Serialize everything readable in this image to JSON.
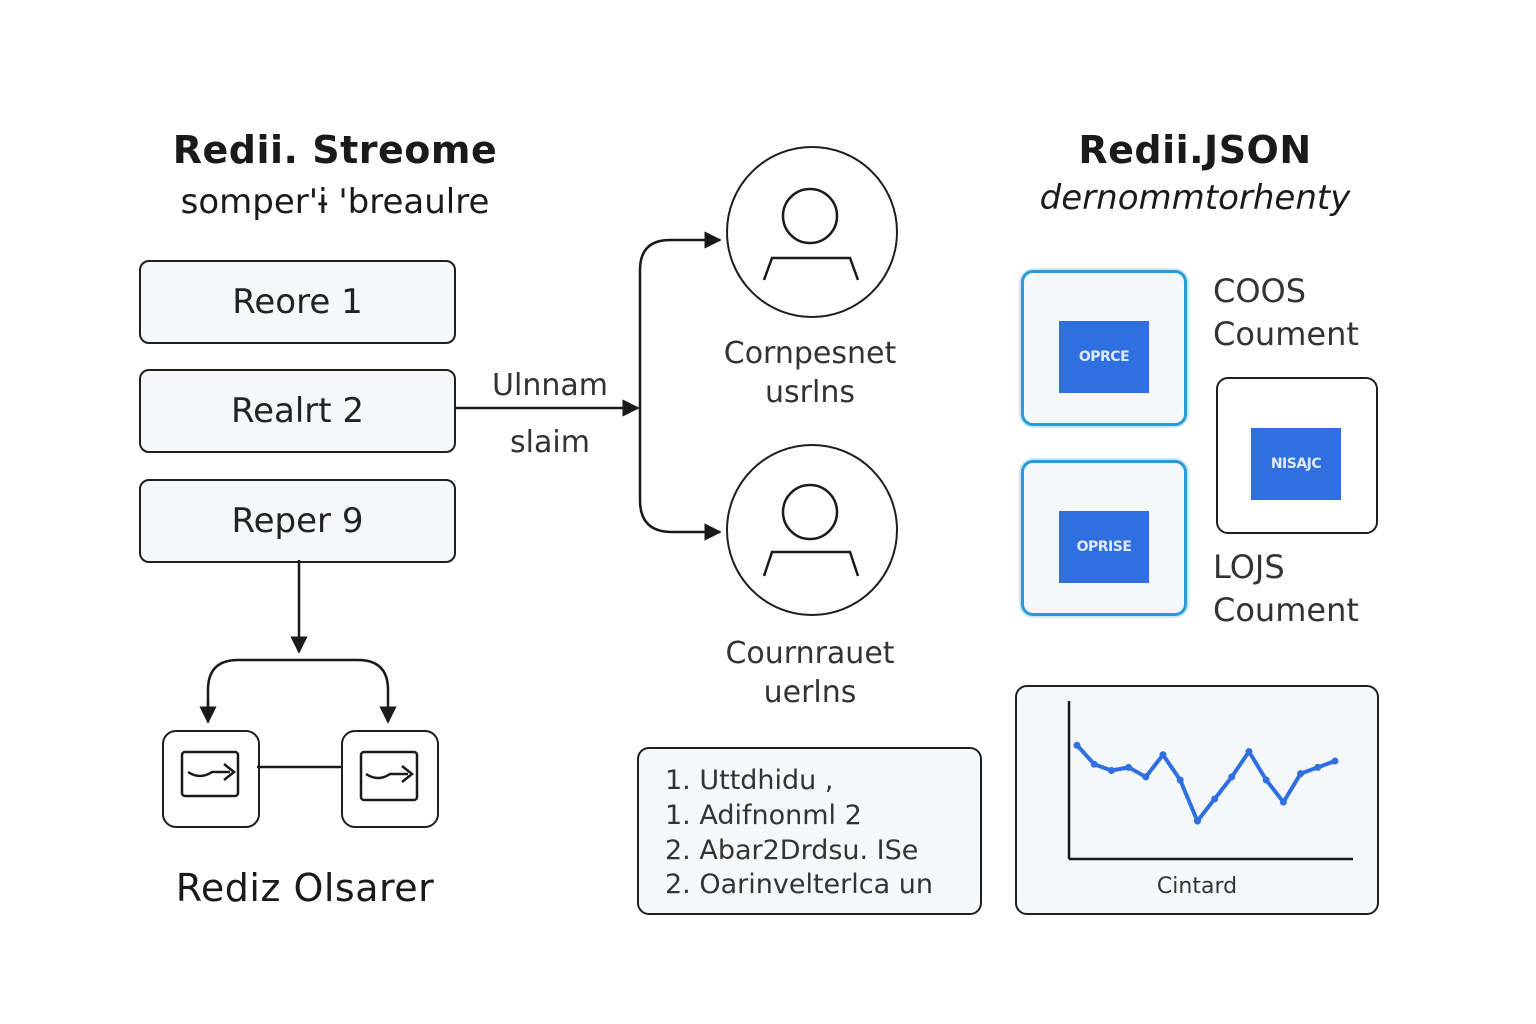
{
  "left": {
    "title": "Redii. Streome",
    "subtitle": "somper'ɨ 'breaulre",
    "records": [
      "Reore 1",
      "Realrt 2",
      "Reper 9"
    ],
    "bottom_label": "Rediz Olsarer"
  },
  "middle": {
    "edge_label_line1": "Ulnnam",
    "edge_label_line2": "slaim",
    "consumer1_line1": "Cornpesnet",
    "consumer1_line2": "usrlns",
    "consumer2_line1": "Cournrauet",
    "consumer2_line2": "uerlns",
    "list": [
      "1.  Uttdhidu ,",
      "1.  Adifnonml 2",
      "2.  Abar2Drdsu.    ISe",
      "2.  Oarinvelterlca un"
    ]
  },
  "right": {
    "title": "Redii.JSON",
    "subtitle": "dernommtorhenty",
    "cards": [
      "OPRCE",
      "OPRISE",
      "NISAJC"
    ],
    "label1_line1": "COOS",
    "label1_line2": "Coument",
    "label2_line1": "LOJS",
    "label2_line2": "Coument",
    "chart_caption": "Cintard"
  },
  "chart_data": {
    "type": "line",
    "series": [
      {
        "values": [
          7.2,
          6.0,
          5.6,
          5.8,
          5.2,
          6.6,
          5.0,
          2.4,
          3.8,
          5.2,
          6.8,
          5.0,
          3.6,
          5.4,
          5.8,
          6.2
        ]
      }
    ],
    "ylim": [
      0,
      10
    ],
    "grid": false,
    "color": "#2f6fe0"
  }
}
